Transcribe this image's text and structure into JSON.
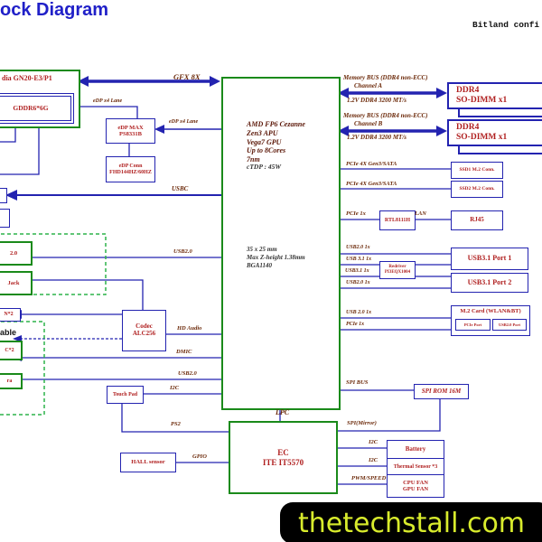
{
  "title": "ock Diagram",
  "note_top_right": "Bitland confi",
  "watermark": "thetechstall.com",
  "colors": {
    "line_blue": "#2323b0",
    "box_green": "#1a8a1a",
    "label_red": "#b02020",
    "bus_brown": "#6b2808",
    "title_blue": "#2020c8",
    "dash_green": "#2db34a",
    "watermark_text": "#d8eb2c",
    "watermark_bg": "#000000"
  },
  "gpu": {
    "name_fragment": "dia GN20-E3/P1",
    "memory": "GDDR6*6G"
  },
  "apu": {
    "line1": "AMD FP6 Cezanne",
    "line2": "Zen3 APU",
    "line3": "Vega7 GPU",
    "line4": "Up to 8Cores",
    "line5": "7nm",
    "tdp": "cTDP : 45W",
    "dim1": "35 x 25 mm",
    "dim2": "Max Z-height 1.38mm",
    "dim3": "BGA1140"
  },
  "ec": {
    "line1": "EC",
    "line2": "ITE IT5570"
  },
  "edp_max": {
    "line1": "eDP MAX",
    "line2": "PS8331B"
  },
  "edp_conn": {
    "line1": "eDP Conn",
    "line2": "FHD144HZ/60HZ"
  },
  "codec": {
    "line1": "Codec",
    "line2": "ALC256"
  },
  "touchpad": {
    "label": "Touch Pad"
  },
  "hall": {
    "label": "HALL sensor"
  },
  "left_fragments": {
    "usb": "2.0",
    "jack": "Jack",
    "spk": "N*2",
    "cable": "able",
    "mic": "C*2",
    "camera": "ra"
  },
  "memory": {
    "bus_a1": "Memory BUS (DDR4 non-ECC)",
    "bus_a2": "Channel A",
    "speed_a": "1.2V DDR4 3200 MT/s",
    "bus_b1": "Memory BUS (DDR4 non-ECC)",
    "bus_b2": "Channel B",
    "speed_b": "1.2V DDR4 3200 MT/s",
    "dimm1_l1": "DDR4",
    "dimm1_l2": "SO-DIMM x1",
    "dimm2_l1": "DDR4",
    "dimm2_l2": "SO-DIMM x1"
  },
  "storage": {
    "pcie1": "PCIe 4X Gen3/SATA",
    "ssd1": "SSD1 M.2 Conn.",
    "pcie2": "PCIe 4X Gen3/SATA",
    "ssd2": "SSD2 M.2 Conn."
  },
  "lan": {
    "pcie": "PCIe 1x",
    "chip": "RTL8111H",
    "lan": "LAN",
    "rj45": "RJ45"
  },
  "usb": {
    "l1": "USB2.0 1x",
    "l2": "USB 3.1 1x",
    "l3": "USB3.1 1x",
    "l4": "USB2.0 1x",
    "port1": "USB3.1 Port 1",
    "redriver1": "Redriver",
    "redriver2": "PI3EQX1004",
    "port2": "USB3.1 Port 2",
    "l5": "USB 2.0 1x",
    "l6": "PCIe 1x",
    "m2_title": "M.2 Card (WLAN&BT)",
    "m2_pcie": "PCIe Port",
    "m2_usb": "USB2.0 Port"
  },
  "spi": {
    "bus": "SPI BUS",
    "rom": "SPI ROM 16M",
    "mirror": "SPI(Mirror)"
  },
  "ec_peripherals": {
    "i2c1": "I2C",
    "battery": "Battery",
    "i2c2": "I2C",
    "thermal": "Thermal Sensor *3",
    "pwm": "PWM/SPEED",
    "fan1": "CPU FAN",
    "fan2": "GPU FAN"
  },
  "misc_labels": {
    "gfx": "GFX 8X",
    "edp1": "eDP x4 Lane",
    "edp2": "eDP x4 Lane",
    "usbc": "USBC",
    "usb2_audio": "USB2.0",
    "hd_audio": "HD Audio",
    "dmic": "DMIC",
    "usb2_cam": "USB2.0",
    "i2c_tp": "I2C",
    "ps2": "PS2",
    "gpio": "GPIO",
    "lpc": "LPC"
  }
}
